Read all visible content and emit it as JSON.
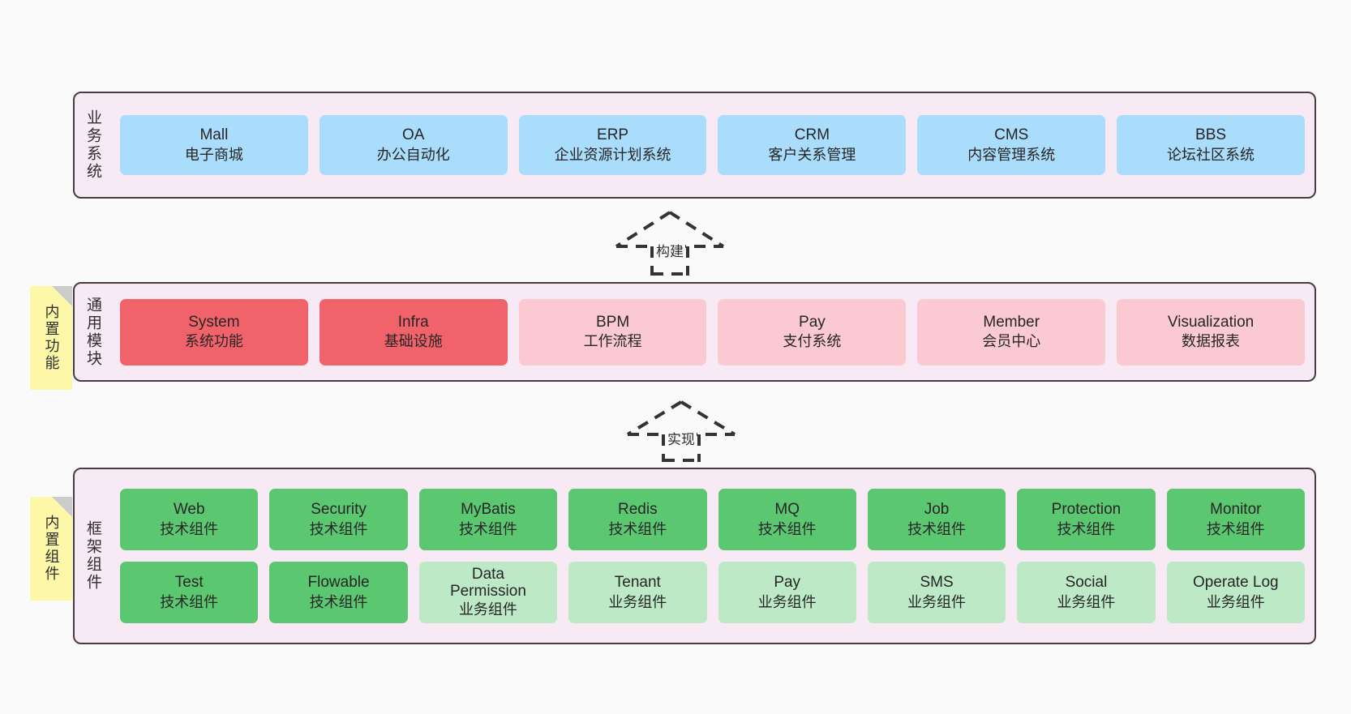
{
  "diagram": {
    "title": "",
    "background_color": "#fafafa",
    "panel_color": "#f8eaf4",
    "panel_border_color": "#4a3a42",
    "note_color": "#fcf8a8"
  },
  "layers": [
    {
      "id": "business-system",
      "title": "业务系统",
      "note": null,
      "rows": [
        {
          "cards": [
            {
              "en": "Mall",
              "cn": "电子商城",
              "color": "#aadcfb",
              "style": "c-blue"
            },
            {
              "en": "OA",
              "cn": "办公自动化",
              "color": "#aadcfb",
              "style": "c-blue"
            },
            {
              "en": "ERP",
              "cn": "企业资源计划系统",
              "color": "#aadcfb",
              "style": "c-blue"
            },
            {
              "en": "CRM",
              "cn": "客户关系管理",
              "color": "#aadcfb",
              "style": "c-blue"
            },
            {
              "en": "CMS",
              "cn": "内容管理系统",
              "color": "#aadcfb",
              "style": "c-blue"
            },
            {
              "en": "BBS",
              "cn": "论坛社区系统",
              "color": "#aadcfb",
              "style": "c-blue"
            }
          ]
        }
      ]
    },
    {
      "id": "common-module",
      "title": "通用模块",
      "note": "内置功能",
      "rows": [
        {
          "cards": [
            {
              "en": "System",
              "cn": "系统功能",
              "color": "#f1636b",
              "style": "c-red"
            },
            {
              "en": "Infra",
              "cn": "基础设施",
              "color": "#f1636b",
              "style": "c-red"
            },
            {
              "en": "BPM",
              "cn": "工作流程",
              "color": "#fbc9d2",
              "style": "c-pink"
            },
            {
              "en": "Pay",
              "cn": "支付系统",
              "color": "#fbc9d2",
              "style": "c-pink"
            },
            {
              "en": "Member",
              "cn": "会员中心",
              "color": "#fbc9d2",
              "style": "c-pink"
            },
            {
              "en": "Visualization",
              "cn": "数据报表",
              "color": "#fbc9d2",
              "style": "c-pink"
            }
          ]
        }
      ]
    },
    {
      "id": "framework-component",
      "title": "框架组件",
      "note": "内置组件",
      "rows": [
        {
          "cards": [
            {
              "en": "Web",
              "cn": "技术组件",
              "color": "#5cc771",
              "style": "c-green"
            },
            {
              "en": "Security",
              "cn": "技术组件",
              "color": "#5cc771",
              "style": "c-green"
            },
            {
              "en": "MyBatis",
              "cn": "技术组件",
              "color": "#5cc771",
              "style": "c-green"
            },
            {
              "en": "Redis",
              "cn": "技术组件",
              "color": "#5cc771",
              "style": "c-green"
            },
            {
              "en": "MQ",
              "cn": "技术组件",
              "color": "#5cc771",
              "style": "c-green"
            },
            {
              "en": "Job",
              "cn": "技术组件",
              "color": "#5cc771",
              "style": "c-green"
            },
            {
              "en": "Protection",
              "cn": "技术组件",
              "color": "#5cc771",
              "style": "c-green"
            },
            {
              "en": "Monitor",
              "cn": "技术组件",
              "color": "#5cc771",
              "style": "c-green"
            }
          ]
        },
        {
          "cards": [
            {
              "en": "Test",
              "cn": "技术组件",
              "color": "#5cc771",
              "style": "c-green"
            },
            {
              "en": "Flowable",
              "cn": "技术组件",
              "color": "#5cc771",
              "style": "c-green"
            },
            {
              "en": "Data Permission",
              "cn": "业务组件",
              "color": "#bde9c6",
              "style": "c-green-light"
            },
            {
              "en": "Tenant",
              "cn": "业务组件",
              "color": "#bde9c6",
              "style": "c-green-light"
            },
            {
              "en": "Pay",
              "cn": "业务组件",
              "color": "#bde9c6",
              "style": "c-green-light"
            },
            {
              "en": "SMS",
              "cn": "业务组件",
              "color": "#bde9c6",
              "style": "c-green-light"
            },
            {
              "en": "Social",
              "cn": "业务组件",
              "color": "#bde9c6",
              "style": "c-green-light"
            },
            {
              "en": "Operate Log",
              "cn": "业务组件",
              "color": "#bde9c6",
              "style": "c-green-light"
            }
          ]
        }
      ]
    }
  ],
  "connectors": [
    {
      "id": "build",
      "label": "构建",
      "from": "common-module",
      "to": "business-system"
    },
    {
      "id": "implement",
      "label": "实现",
      "from": "framework-component",
      "to": "common-module"
    }
  ]
}
